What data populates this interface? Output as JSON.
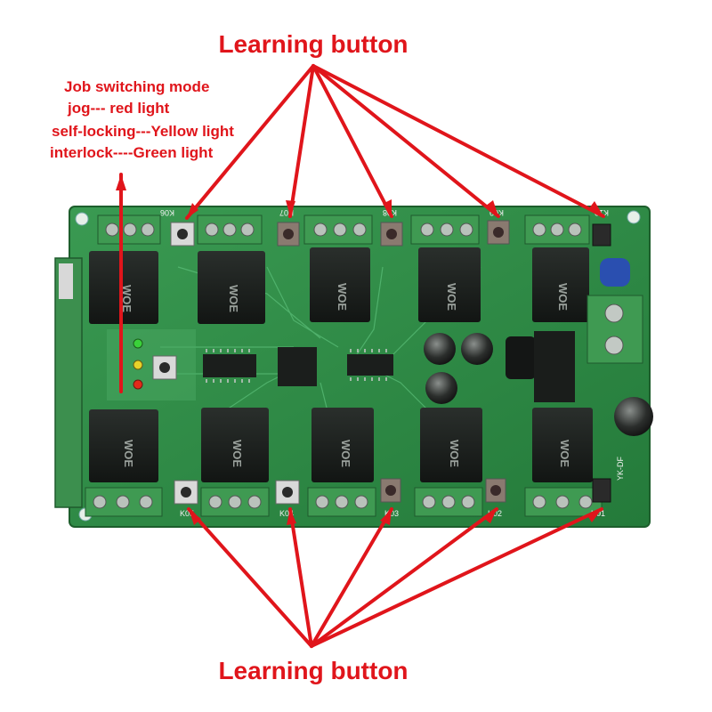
{
  "labels": {
    "top_title": "Learning button",
    "bottom_title": "Learning button",
    "mode_heading": "Job switching mode",
    "mode_jog": "jog--- red light",
    "mode_self_locking": "self-locking---Yellow light",
    "mode_interlock": "interlock----Green light"
  },
  "board": {
    "relay_marking": "WOE",
    "top_button_labels": [
      "K06",
      "K07",
      "K08",
      "K09",
      "K10"
    ],
    "bottom_button_labels": [
      "K05",
      "K04",
      "K03",
      "K02",
      "K01"
    ],
    "board_model": "YK-DF"
  },
  "colors": {
    "annotation": "#e0151b",
    "pcb": "#2e8a45",
    "terminal": "#3f9a52",
    "relay": "#1b1f1c"
  }
}
